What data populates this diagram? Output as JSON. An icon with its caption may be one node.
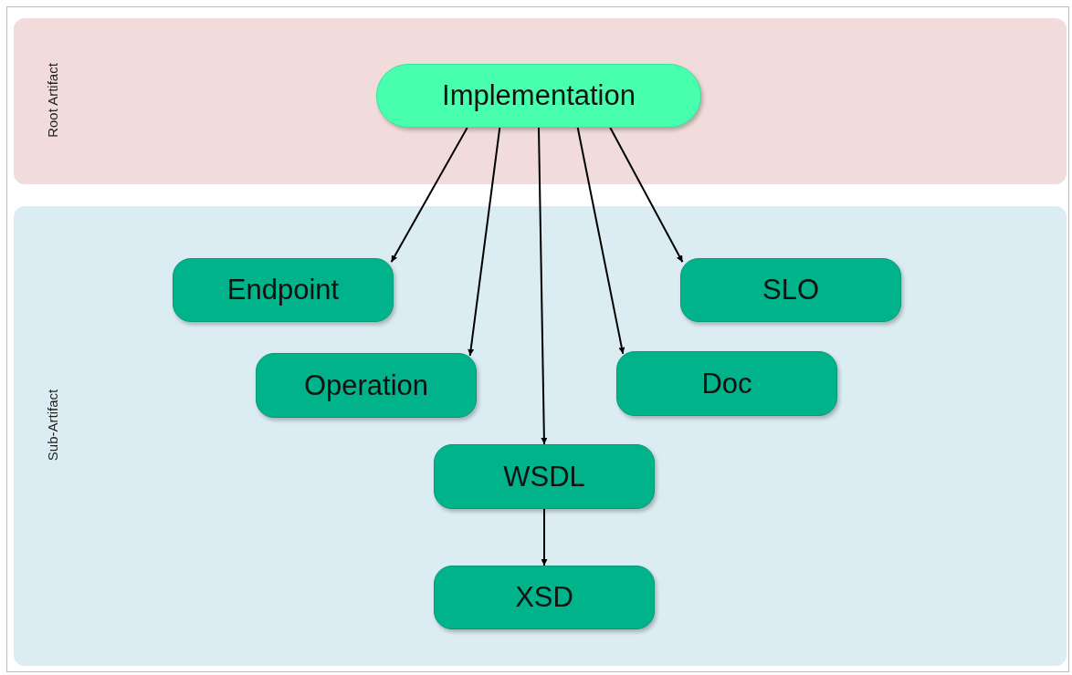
{
  "diagram": {
    "nodes": [
      {
        "text": [
          "Root Artifact"
        ]
      },
      {
        "text": [
          "Implementation"
        ],
        "in": 0
      },
      {
        "text": [
          "Sub-Artifact"
        ]
      },
      {
        "text": [
          "Endpoint"
        ],
        "in": 2
      },
      {
        "text": [
          "SLO"
        ],
        "in": 2
      },
      {
        "text": [
          "Operation"
        ],
        "in": 2
      },
      {
        "text": [
          "Doc"
        ],
        "in": 2
      },
      {
        "text": [
          "WSDL"
        ],
        "in": 2
      },
      {
        "text": [
          "XSD"
        ],
        "in": 2
      }
    ],
    "edges": [
      {
        "from": 1,
        "to": 3,
        "arrow": "to"
      },
      {
        "from": 1,
        "to": 5,
        "arrow": "to"
      },
      {
        "from": 1,
        "to": 7,
        "arrow": "to"
      },
      {
        "from": 1,
        "to": 6,
        "arrow": "to"
      },
      {
        "from": 1,
        "to": 4,
        "arrow": "to"
      },
      {
        "from": 7,
        "to": 8,
        "arrow": "to"
      }
    ]
  }
}
